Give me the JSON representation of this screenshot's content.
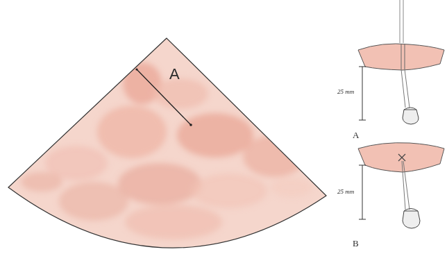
{
  "diagram": {
    "labels": [
      "A",
      "25 mm",
      "A",
      "25 mm",
      "B"
    ]
  }
}
